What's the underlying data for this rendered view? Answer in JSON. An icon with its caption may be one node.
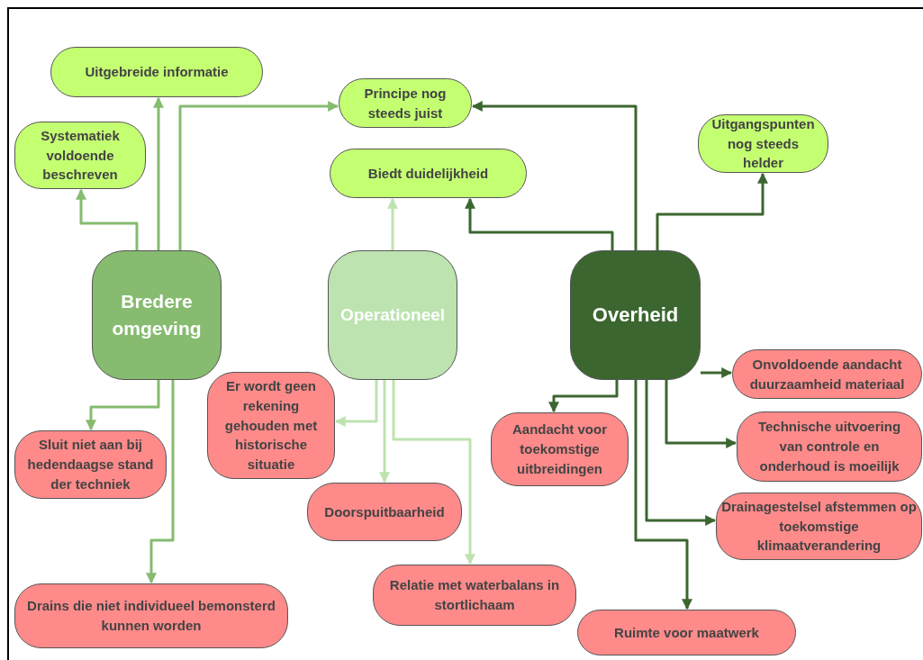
{
  "diagram": {
    "nodes": [
      {
        "text": [
          "Bredere omgeving"
        ]
      },
      {
        "text": [
          "Operationeel"
        ]
      },
      {
        "text": [
          "Overheid"
        ]
      },
      {
        "text": [
          "Uitgebreide informatie"
        ]
      },
      {
        "text": [
          "Systematiek voldoende beschreven"
        ]
      },
      {
        "text": [
          "Principe nog steeds juist"
        ]
      },
      {
        "text": [
          "Biedt duidelijkheid"
        ]
      },
      {
        "text": [
          "Uitgangspunten nog steeds helder"
        ]
      },
      {
        "text": [
          "Sluit niet aan bij hedendaagse stand der techniek"
        ]
      },
      {
        "text": [
          "Drains die niet individueel bemonsterd kunnen worden"
        ]
      },
      {
        "text": [
          "Er wordt geen rekening gehouden met historische situatie"
        ]
      },
      {
        "text": [
          "Doorspuitbaarheid"
        ]
      },
      {
        "text": [
          "Relatie met waterbalans in stortlichaam"
        ]
      },
      {
        "text": [
          "Aandacht voor toekomstige uitbreidingen"
        ]
      },
      {
        "text": [
          "Onvoldoende aandacht duurzaamheid materiaal"
        ]
      },
      {
        "text": [
          "Technische uitvoering van controle en onderhoud is moeilijk"
        ]
      },
      {
        "text": [
          "Drainagestelsel afstemmen op toekomstige klimaatverandering"
        ]
      },
      {
        "text": [
          "Ruimte voor maatwerk"
        ]
      }
    ],
    "edges": [
      {
        "from": 0,
        "to": 4,
        "arrow": "to",
        "color": "#86bb70"
      },
      {
        "from": 0,
        "to": 3,
        "arrow": "to",
        "color": "#86bb70"
      },
      {
        "from": 0,
        "to": 5,
        "arrow": "to",
        "color": "#86bb70"
      },
      {
        "from": 0,
        "to": 8,
        "arrow": "to",
        "color": "#86bb70"
      },
      {
        "from": 0,
        "to": 9,
        "arrow": "to",
        "color": "#86bb70"
      },
      {
        "from": 1,
        "to": 6,
        "arrow": "to",
        "color": "#bde3b0"
      },
      {
        "from": 1,
        "to": 10,
        "arrow": "to",
        "color": "#bde3b0"
      },
      {
        "from": 1,
        "to": 11,
        "arrow": "to",
        "color": "#bde3b0"
      },
      {
        "from": 1,
        "to": 12,
        "arrow": "to",
        "color": "#bde3b0"
      },
      {
        "from": 2,
        "to": 5,
        "arrow": "to"
      },
      {
        "from": 2,
        "to": 6,
        "arrow": "to"
      },
      {
        "from": 2,
        "to": 7,
        "arrow": "to"
      },
      {
        "from": 2,
        "to": 13,
        "arrow": "to"
      },
      {
        "from": 2,
        "to": 14,
        "arrow": "to"
      },
      {
        "from": 2,
        "to": 15,
        "arrow": "to"
      },
      {
        "from": 2,
        "to": 16,
        "arrow": "to"
      },
      {
        "from": 2,
        "to": 17,
        "arrow": "to"
      }
    ]
  }
}
